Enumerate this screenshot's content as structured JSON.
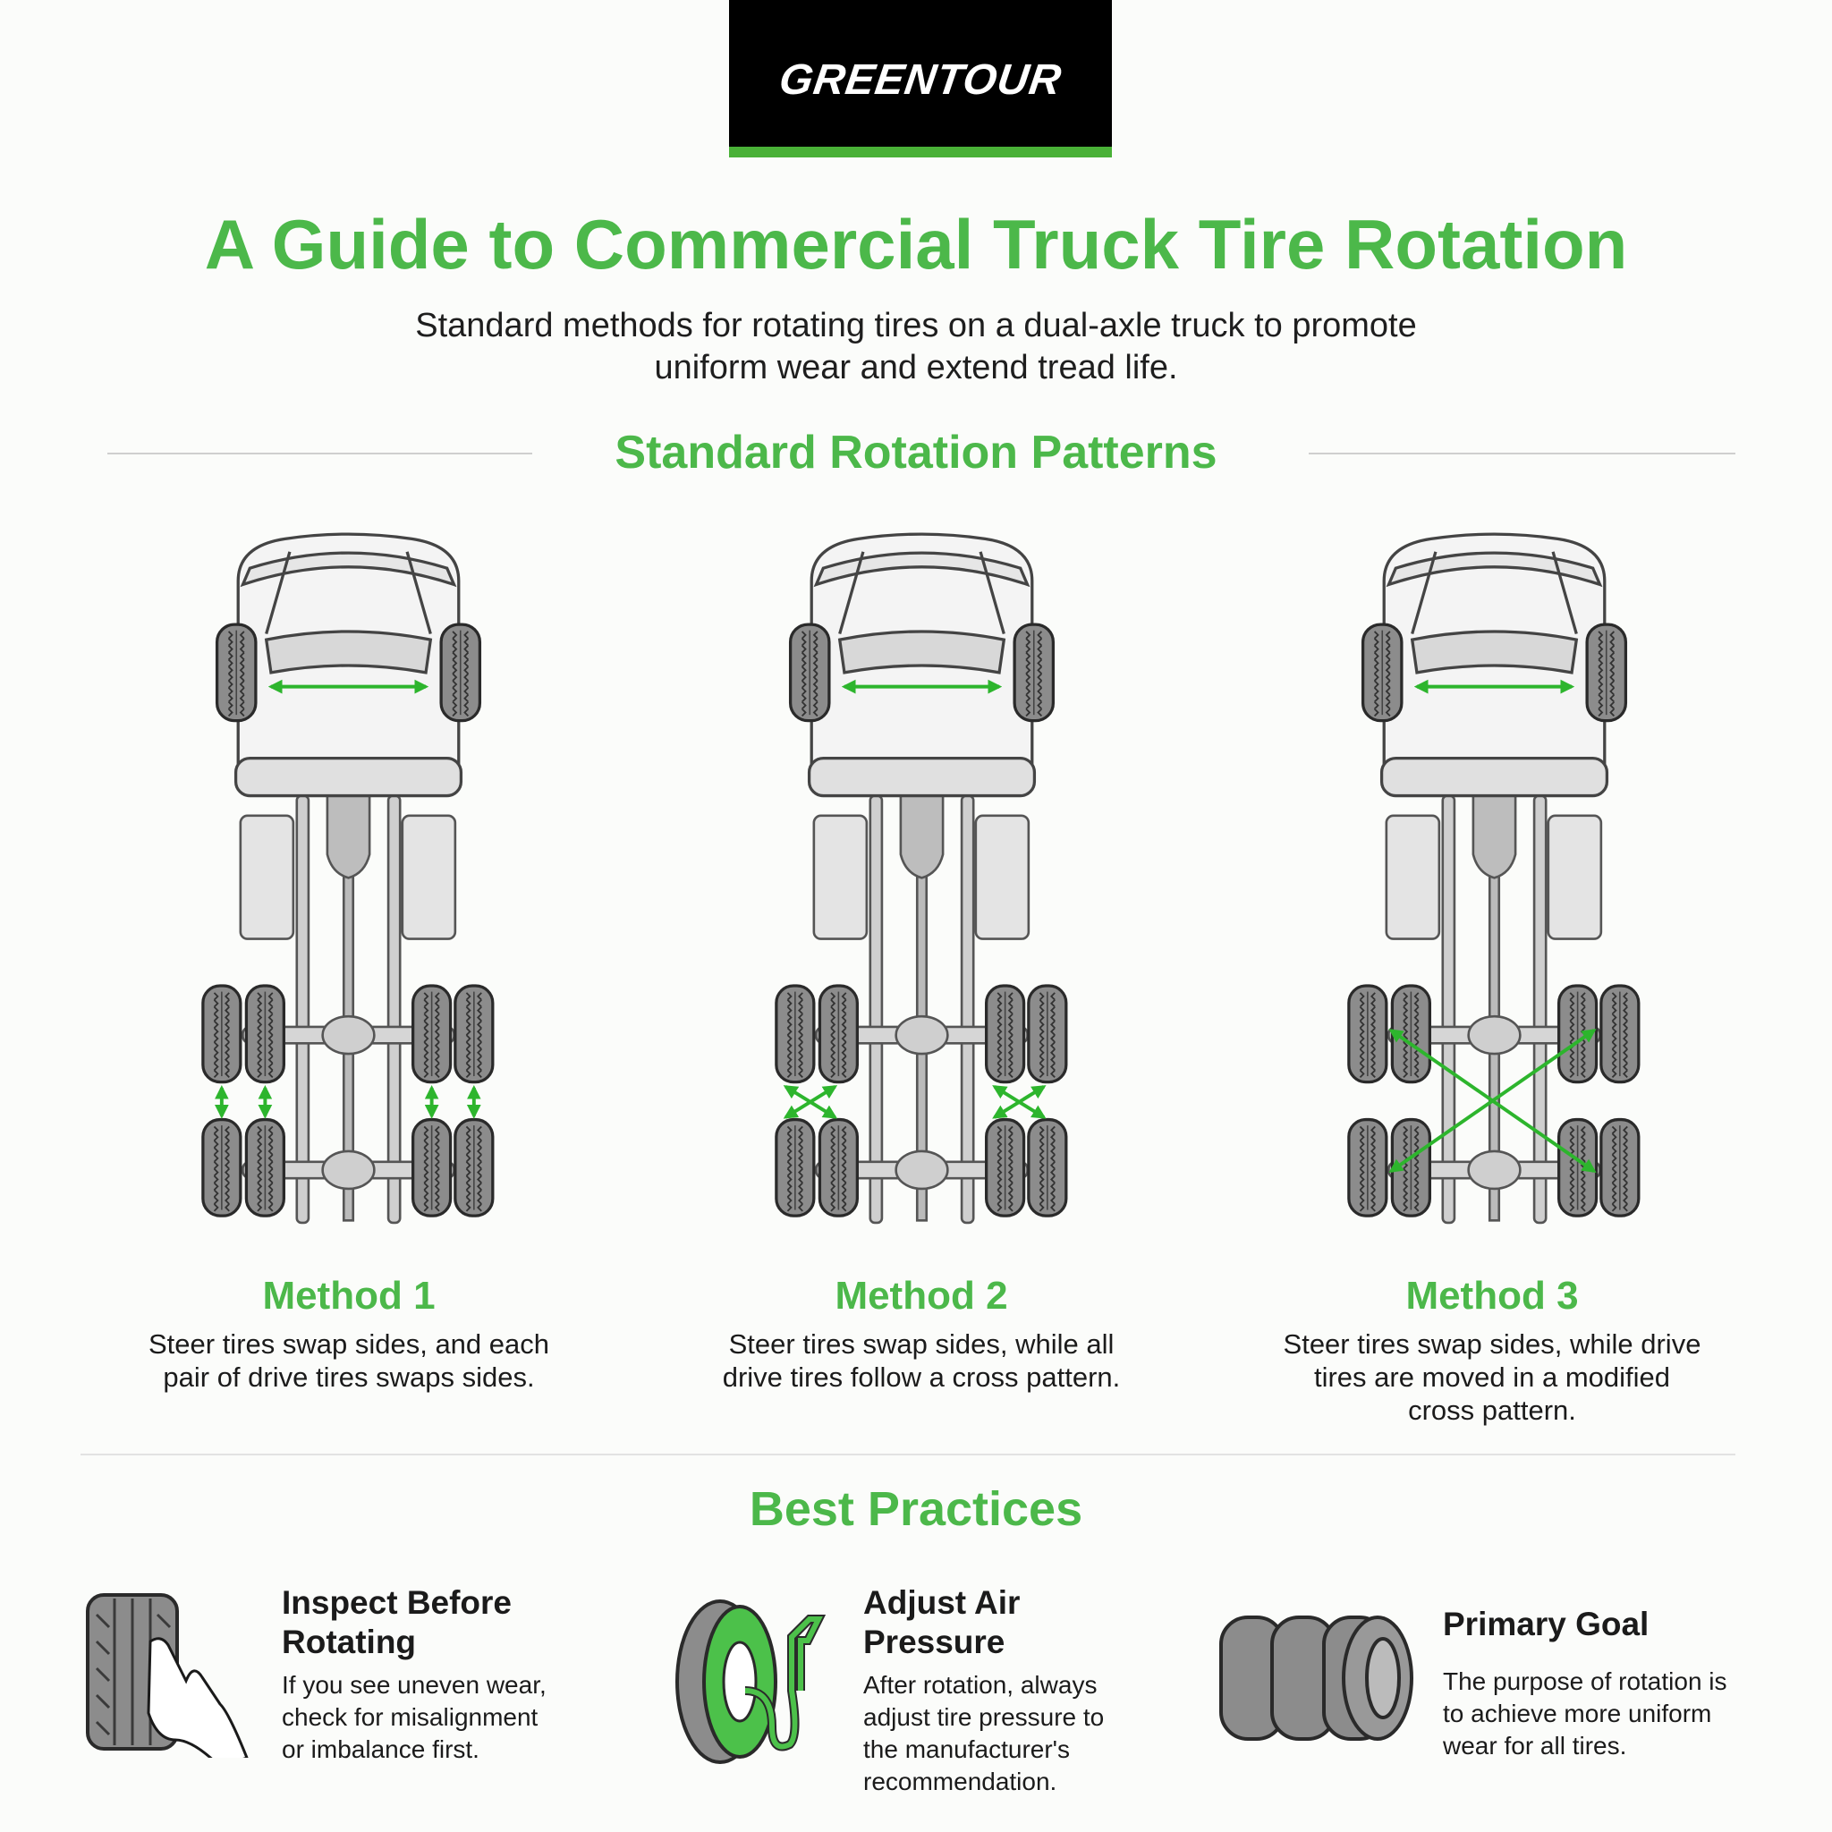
{
  "logo": {
    "text": "GREENTOUR"
  },
  "title": "A Guide to Commercial Truck Tire Rotation",
  "subtitle": [
    "Standard methods for rotating tires on a dual-axle truck to promote",
    "uniform wear and extend tread life."
  ],
  "patterns": {
    "heading": "Standard Rotation Patterns",
    "methods": [
      {
        "title": "Method 1",
        "desc": [
          "Steer tires swap sides, and each",
          "pair of drive tires swaps sides."
        ]
      },
      {
        "title": "Method 2",
        "desc": [
          "Steer tires swap sides, while all",
          "drive tires follow a cross pattern."
        ]
      },
      {
        "title": "Method 3",
        "desc": [
          "Steer tires swap sides, while drive",
          "tires are moved in a modified",
          "cross pattern."
        ]
      }
    ]
  },
  "best_practices": {
    "heading": "Best Practices",
    "items": [
      {
        "title": [
          "Inspect Before",
          "Rotating"
        ],
        "desc": [
          "If you see uneven wear,",
          "check for misalignment",
          "or imbalance first."
        ],
        "icon": "tire-hand-icon"
      },
      {
        "title": [
          "Adjust Air",
          "Pressure"
        ],
        "desc": [
          "After rotation, always",
          "adjust tire pressure to",
          "the manufacturer's",
          "recommendation."
        ],
        "icon": "tire-air-gauge-icon"
      },
      {
        "title": [
          "Primary Goal"
        ],
        "desc": [
          "The purpose of rotation is",
          "to achieve more uniform",
          "wear for all tires."
        ],
        "icon": "tire-stack-icon"
      }
    ]
  },
  "colors": {
    "accent": "#4cb84a",
    "arrow": "#2db52d",
    "tire": "#8c8c8c",
    "truck": "#e4e4e4"
  }
}
